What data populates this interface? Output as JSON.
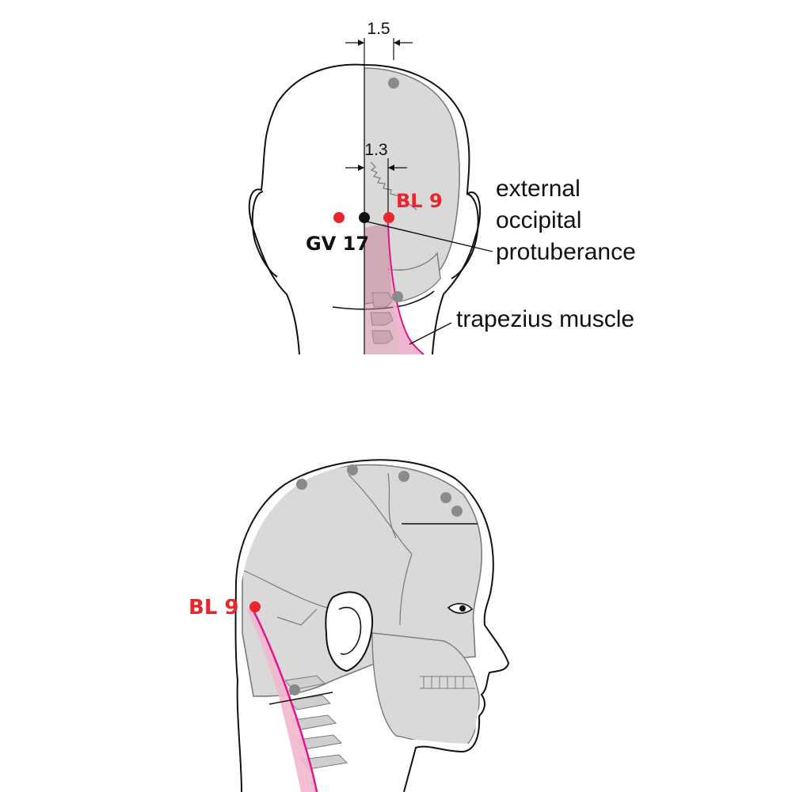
{
  "colors": {
    "accent_point": "#e8262b",
    "reference_point": "#111111",
    "guide_point": "#8a8a8a",
    "skull_fill": "#d9d9d9",
    "muscle_fill": "#f2b6cf",
    "muscle_dark": "#c9849b",
    "muscle_line": "#e0148c",
    "outline": "#111111"
  },
  "back_view": {
    "measure_top": "1.5",
    "measure_mid": "1.3",
    "point_bl9": "BL 9",
    "point_gv17": "GV 17",
    "callout_eop": [
      "external",
      "occipital",
      "protuberance"
    ],
    "callout_trapezius": "trapezius muscle"
  },
  "side_view": {
    "point_bl9": "BL 9"
  },
  "icons": {
    "accent_point": "red-dot-icon",
    "reference_point": "black-dot-icon",
    "guide_point": "grey-dot-icon"
  }
}
